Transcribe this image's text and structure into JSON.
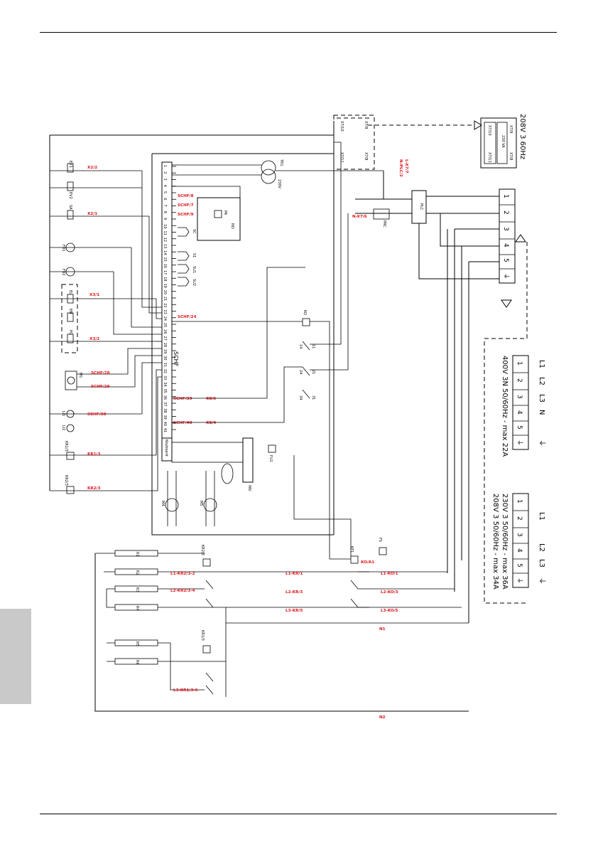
{
  "supply_boxes": [
    {
      "lines": [
        "208V 3 60Hz"
      ]
    },
    {
      "lines": [
        "400V 3N 50/60Hz - max 22A"
      ],
      "phase_labels": [
        "L1",
        "L2",
        "L3",
        "N"
      ]
    },
    {
      "lines": [
        "230V 3 50/60Hz - max 36A",
        "208V 3 50/60Hz - max 34A"
      ],
      "phase_labels": [
        "L1",
        "L2",
        "L3"
      ]
    }
  ],
  "terminal_numbers": [
    "1",
    "2",
    "3",
    "4",
    "5"
  ],
  "controller_label": "SCHF",
  "keyboard_label": "Keyboard",
  "inverter_label": "INV",
  "plc_label": "PLC",
  "red_labels": [
    "X2/2",
    "X2/1",
    "X3/1",
    "X3/2",
    "SCHF/28",
    "SCHF/29",
    "SCHF/30",
    "KR1/3",
    "KR2/3",
    "SCHF/8",
    "SCHF/7",
    "SCHF/9",
    "SCHF/24",
    "SCHF/39",
    "SCHF/40",
    "X8/6",
    "X8/4",
    "N-PLC/2",
    "L-X7/7",
    "N-X7/6",
    "L1-KR2/3-2",
    "L2-KR2/3-4",
    "L1-KR/1",
    "L2-KR/3",
    "L3-KR/5",
    "L1-KO/1",
    "L2-KO/3",
    "L3-KO/5",
    "KO/A1",
    "L3-KR1/3-6",
    "N1",
    "N2"
  ],
  "component_labels": [
    "EV1",
    "EV2",
    "SA",
    "FR1",
    "FR2",
    "EL",
    "EM",
    "PG",
    "M1",
    "LI1",
    "LI2",
    "KR1",
    "KR2",
    "KO",
    "TR1",
    "PA",
    "SC",
    "S1",
    "SU1",
    "SU2",
    "FU1",
    "FS",
    "KF1",
    "R1",
    "R2",
    "R3",
    "R4",
    "R5",
    "R6",
    "PRC",
    "M4",
    "M5"
  ]
}
